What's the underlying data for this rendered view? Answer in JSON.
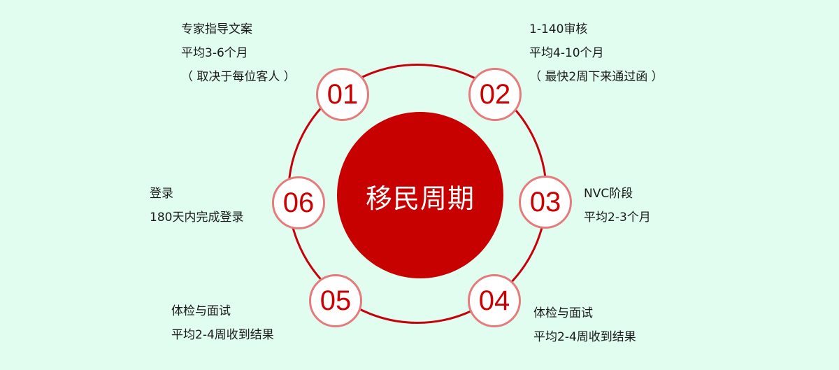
{
  "center": {
    "title": "移民周期"
  },
  "colors": {
    "background": "#e0fdf0",
    "ring": "#c8000a",
    "center_fill": "#c70000",
    "step_border": "#e57b7b",
    "step_number": "#cc0000",
    "text": "#1a1a1a"
  },
  "steps": [
    {
      "number": "01",
      "lines": [
        "专家指导文案",
        "平均3-6个月",
        "（ 取决于每位客人 ）"
      ]
    },
    {
      "number": "02",
      "lines": [
        "1-140审核",
        "平均4-10个月",
        "（ 最快2周下来通过函 ）"
      ]
    },
    {
      "number": "03",
      "lines": [
        "NVC阶段",
        "平均2-3个月"
      ]
    },
    {
      "number": "04",
      "lines": [
        "体检与面试",
        "平均2-4周收到结果"
      ]
    },
    {
      "number": "05",
      "lines": [
        "体检与面试",
        "平均2-4周收到结果"
      ]
    },
    {
      "number": "06",
      "lines": [
        "登录",
        "180天内完成登录"
      ]
    }
  ]
}
